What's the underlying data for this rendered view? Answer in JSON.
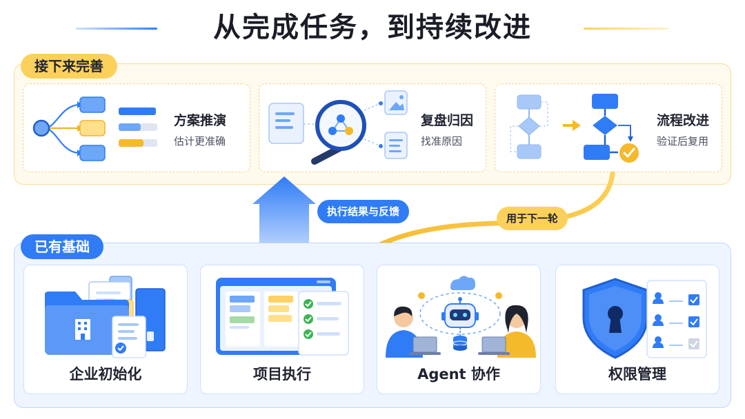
{
  "title": "从完成任务，到持续改进",
  "colors": {
    "blue": "#2f7cf6",
    "yellow": "#fcd15b",
    "dark": "#1f2330"
  },
  "top_section": {
    "badge": "接下来完善",
    "cards": [
      {
        "title": "方案推演",
        "subtitle": "估计更准确",
        "icon": "branching-flow-icon"
      },
      {
        "title": "复盘归因",
        "subtitle": "找准原因",
        "icon": "magnifier-analysis-icon"
      },
      {
        "title": "流程改进",
        "subtitle": "验证后复用",
        "icon": "flowchart-check-icon"
      }
    ]
  },
  "feedback_label": "执行结果与反馈",
  "next_round_label": "用于下一轮",
  "bottom_section": {
    "badge": "已有基础",
    "cards": [
      {
        "label": "企业初始化",
        "icon": "folders-building-icon"
      },
      {
        "label": "项目执行",
        "icon": "kanban-checklist-icon"
      },
      {
        "label": "Agent 协作",
        "icon": "agent-collaboration-icon"
      },
      {
        "label": "权限管理",
        "icon": "shield-lock-icon"
      }
    ]
  }
}
